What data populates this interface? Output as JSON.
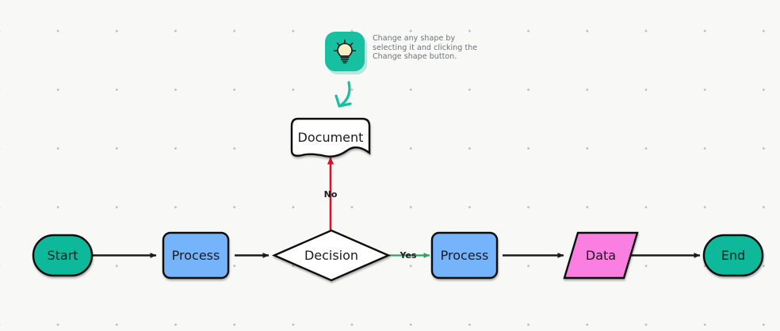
{
  "canvas": {
    "background_color": "#f8f8f6",
    "grid_dot_color": "#bdbdbd",
    "grid_spacing": 74
  },
  "hint": {
    "icon_name": "lightbulb-icon",
    "icon_background": "#16c0a0",
    "bulb_color": "#f7ecc4",
    "arrow_color": "#16c0a0",
    "lines": [
      "Change any shape by",
      "selecting it and clicking the",
      "Change shape button."
    ]
  },
  "diagram": {
    "type": "flowchart",
    "nodes": [
      {
        "id": "start",
        "label": "Start",
        "shape": "stadium",
        "fill": "#11b99a",
        "stroke": "#111111"
      },
      {
        "id": "process1",
        "label": "Process",
        "shape": "rounded-rect",
        "fill": "#74b3fb",
        "stroke": "#111111"
      },
      {
        "id": "decision",
        "label": "Decision",
        "shape": "diamond",
        "fill": "#ffffff",
        "stroke": "#111111"
      },
      {
        "id": "document",
        "label": "Document",
        "shape": "document",
        "fill": "#ffffff",
        "stroke": "#111111"
      },
      {
        "id": "process2",
        "label": "Process",
        "shape": "rounded-rect",
        "fill": "#74b3fb",
        "stroke": "#111111"
      },
      {
        "id": "data",
        "label": "Data",
        "shape": "parallelogram",
        "fill": "#fb7fe0",
        "stroke": "#111111"
      },
      {
        "id": "end",
        "label": "End",
        "shape": "stadium",
        "fill": "#11b99a",
        "stroke": "#111111"
      }
    ],
    "edges": [
      {
        "from": "start",
        "to": "process1",
        "label": "",
        "color": "#1b1b1b"
      },
      {
        "from": "process1",
        "to": "decision",
        "label": "",
        "color": "#1b1b1b"
      },
      {
        "from": "decision",
        "to": "document",
        "label": "No",
        "color": "#d1142c"
      },
      {
        "from": "decision",
        "to": "process2",
        "label": "Yes",
        "color": "#27a85a"
      },
      {
        "from": "process2",
        "to": "data",
        "label": "",
        "color": "#1b1b1b"
      },
      {
        "from": "data",
        "to": "end",
        "label": "",
        "color": "#1b1b1b"
      }
    ]
  }
}
